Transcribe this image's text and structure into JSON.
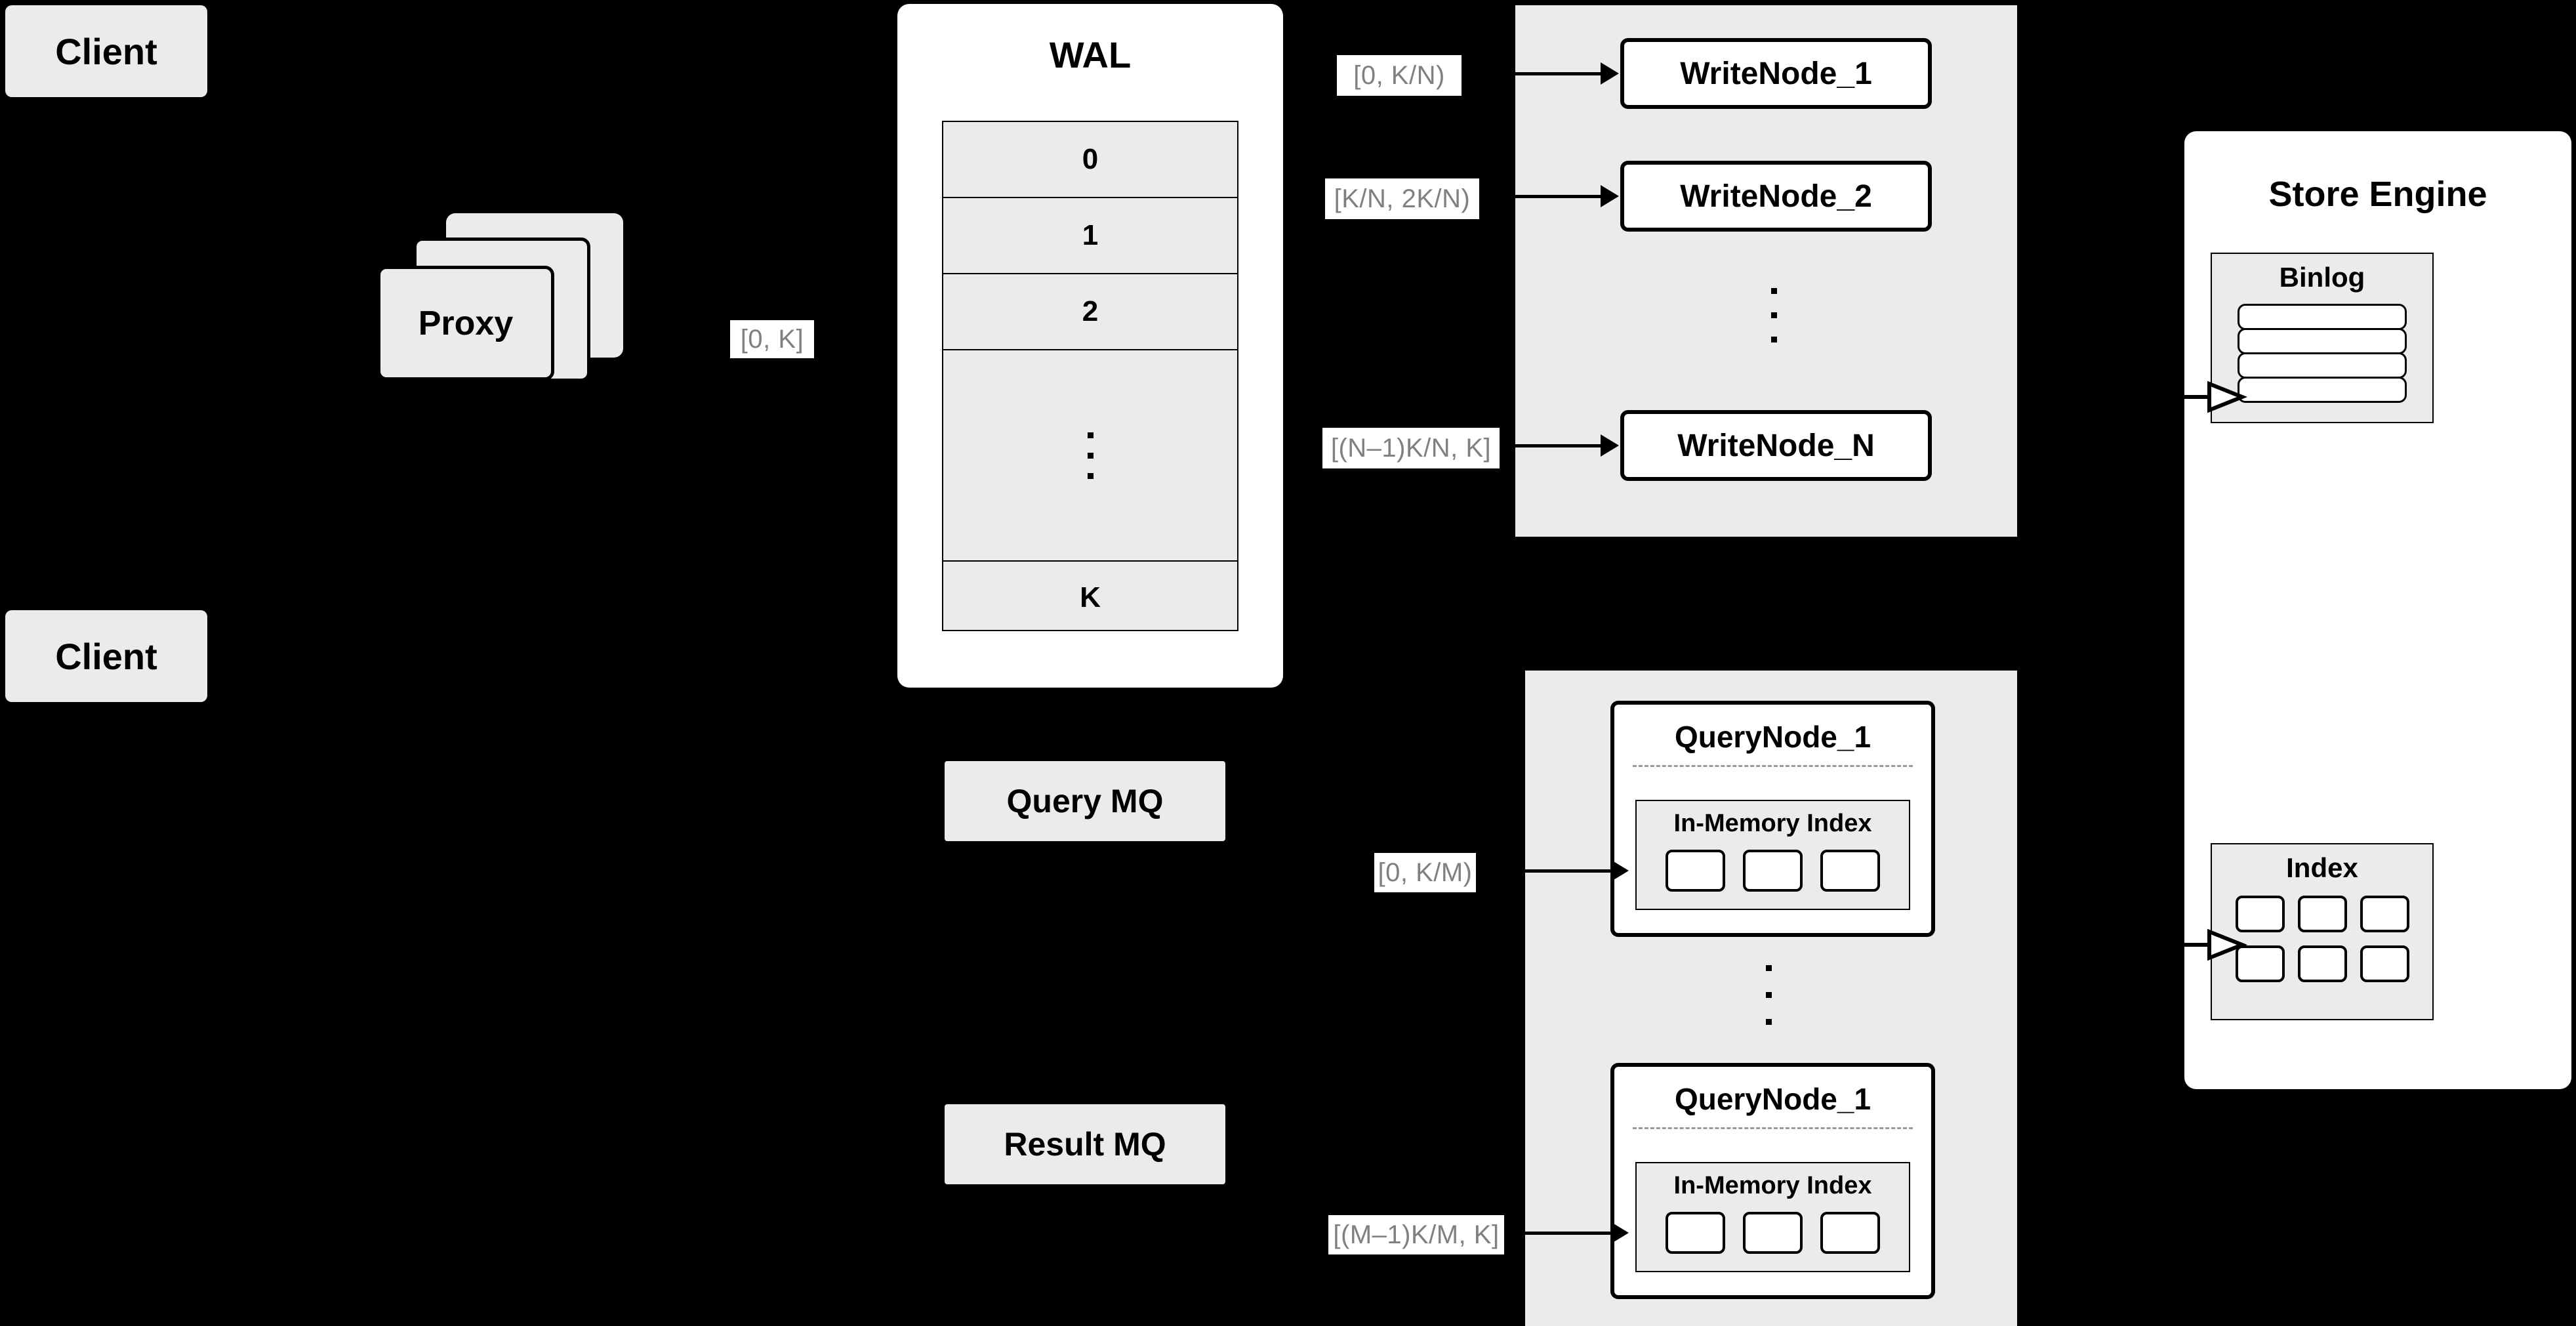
{
  "diagram": {
    "title": "Distributed write/query architecture",
    "colors": {
      "background": "#000000",
      "box_fill": "#ebebeb",
      "panel_white": "#ffffff",
      "stroke": "#000000",
      "label_text": "#808080",
      "dashed_rule": "#9a9a9a"
    }
  },
  "clients": [
    {
      "label": "Client"
    },
    {
      "label": "Client"
    }
  ],
  "proxy": {
    "label": "Proxy",
    "stack_count": 3
  },
  "wal": {
    "title": "WAL",
    "rows": [
      "0",
      "1",
      "2",
      "⋮",
      "K"
    ],
    "ellipsis_row_index": 3
  },
  "message_queues": [
    {
      "label": "Query MQ"
    },
    {
      "label": "Result MQ"
    }
  ],
  "write_cluster": {
    "nodes": [
      {
        "label": "WriteNode_1"
      },
      {
        "label": "WriteNode_2"
      },
      {
        "label": "WriteNode_N"
      }
    ],
    "ellipsis": "⋮"
  },
  "query_cluster": {
    "nodes": [
      {
        "title": "QueryNode_1",
        "index_title": "In-Memory Index",
        "segments": 3
      },
      {
        "title": "QueryNode_1",
        "index_title": "In-Memory Index",
        "segments": 3
      }
    ],
    "ellipsis": "⋮"
  },
  "store_engine": {
    "title": "Store Engine",
    "binlog": {
      "title": "Binlog",
      "bars": 4
    },
    "index": {
      "title": "Index",
      "rows": 2,
      "cols": 3,
      "cells": 6
    }
  },
  "edge_labels": {
    "proxy_to_wal": "[0, K]",
    "write_node_1": "[0,  K/N)",
    "write_node_2": "[K/N, 2K/N)",
    "write_node_n": "[(N–1)K/N,  K]",
    "query_node_1": "[0, K/M)",
    "query_node_m": "[(M–1)K/M, K]"
  }
}
